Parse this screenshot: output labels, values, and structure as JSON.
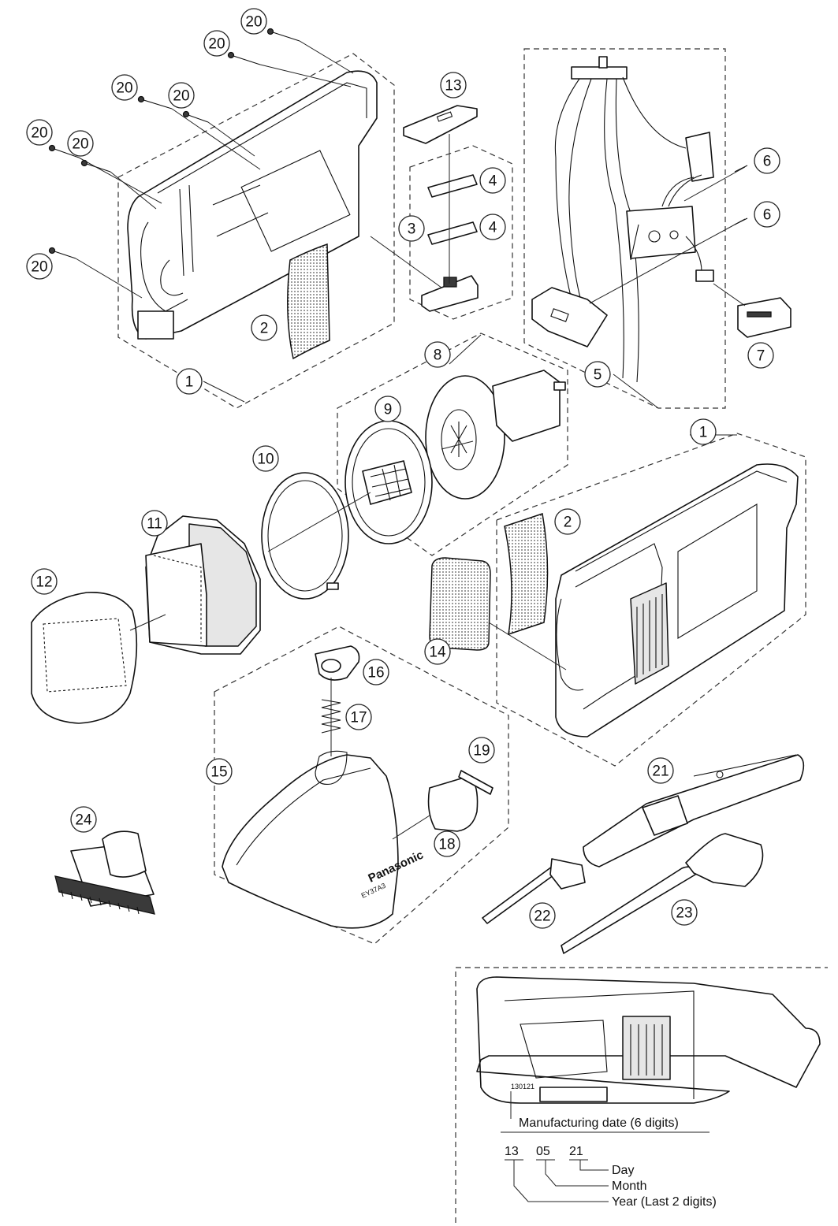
{
  "callouts": [
    {
      "id": "c20a",
      "label": "20"
    },
    {
      "id": "c20b",
      "label": "20"
    },
    {
      "id": "c20c",
      "label": "20"
    },
    {
      "id": "c20d",
      "label": "20"
    },
    {
      "id": "c20e",
      "label": "20"
    },
    {
      "id": "c20f",
      "label": "20"
    },
    {
      "id": "c20g",
      "label": "20"
    },
    {
      "id": "c13",
      "label": "13"
    },
    {
      "id": "c4a",
      "label": "4"
    },
    {
      "id": "c4b",
      "label": "4"
    },
    {
      "id": "c3",
      "label": "3"
    },
    {
      "id": "c6a",
      "label": "6"
    },
    {
      "id": "c6b",
      "label": "6"
    },
    {
      "id": "c7",
      "label": "7"
    },
    {
      "id": "c5",
      "label": "5"
    },
    {
      "id": "c2a",
      "label": "2"
    },
    {
      "id": "c1a",
      "label": "1"
    },
    {
      "id": "c8",
      "label": "8"
    },
    {
      "id": "c9",
      "label": "9"
    },
    {
      "id": "c10",
      "label": "10"
    },
    {
      "id": "c1b",
      "label": "1"
    },
    {
      "id": "c11",
      "label": "11"
    },
    {
      "id": "c12",
      "label": "12"
    },
    {
      "id": "c2b",
      "label": "2"
    },
    {
      "id": "c14",
      "label": "14"
    },
    {
      "id": "c16",
      "label": "16"
    },
    {
      "id": "c17",
      "label": "17"
    },
    {
      "id": "c15",
      "label": "15"
    },
    {
      "id": "c19",
      "label": "19"
    },
    {
      "id": "c18",
      "label": "18"
    },
    {
      "id": "c21",
      "label": "21"
    },
    {
      "id": "c24",
      "label": "24"
    },
    {
      "id": "c22",
      "label": "22"
    },
    {
      "id": "c23",
      "label": "23"
    }
  ],
  "nozzle_brand": "Panasonic",
  "nozzle_model": "EY37A3",
  "date_code_stamp": "130121",
  "date_info": {
    "title": "Manufacturing date (6 digits)",
    "year_digits": "13",
    "month_digits": "05",
    "day_digits": "21",
    "day_label": "Day",
    "month_label": "Month",
    "year_label": "Year (Last 2 digits)"
  }
}
